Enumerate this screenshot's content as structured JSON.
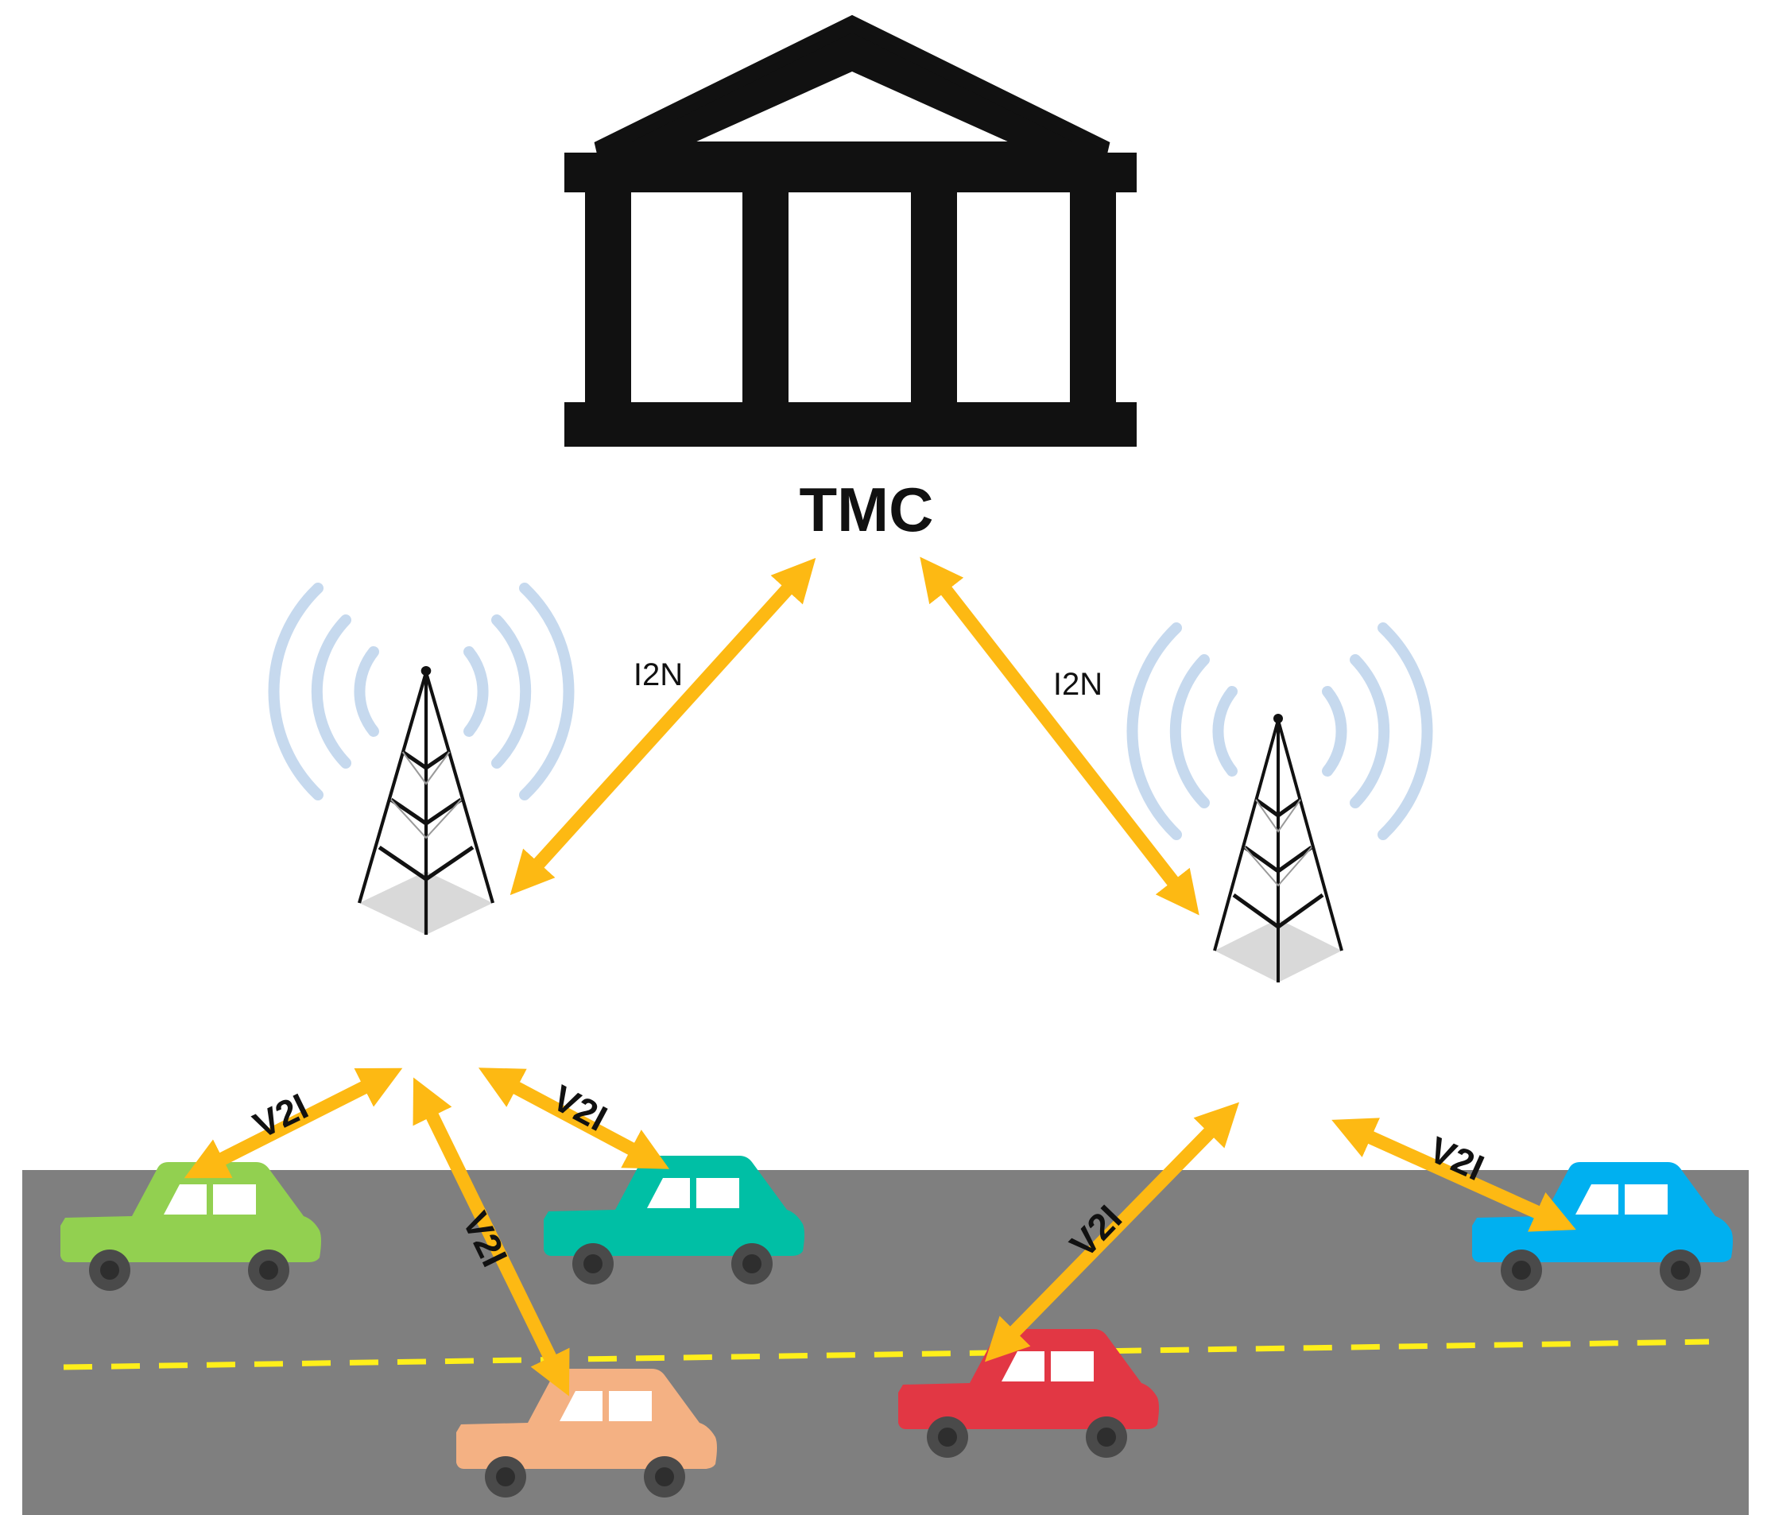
{
  "tmc_label": "TMC",
  "i2n_labels": [
    "I2N",
    "I2N"
  ],
  "v2i_labels": [
    "V2I",
    "V2I",
    "V2I",
    "V2I",
    "V2I"
  ],
  "colors": {
    "arrow": "#FDB913",
    "road": "#7f7f7f",
    "lane_marking": "#FFEF1A",
    "signal_waves": "#C6D9EE",
    "tower": "#111111",
    "tower_base": "#D9D9D9",
    "car_green": "#92D050",
    "car_teal": "#00BFA5",
    "car_peach": "#F4B183",
    "car_red": "#E23744",
    "car_blue": "#00B0F0"
  }
}
